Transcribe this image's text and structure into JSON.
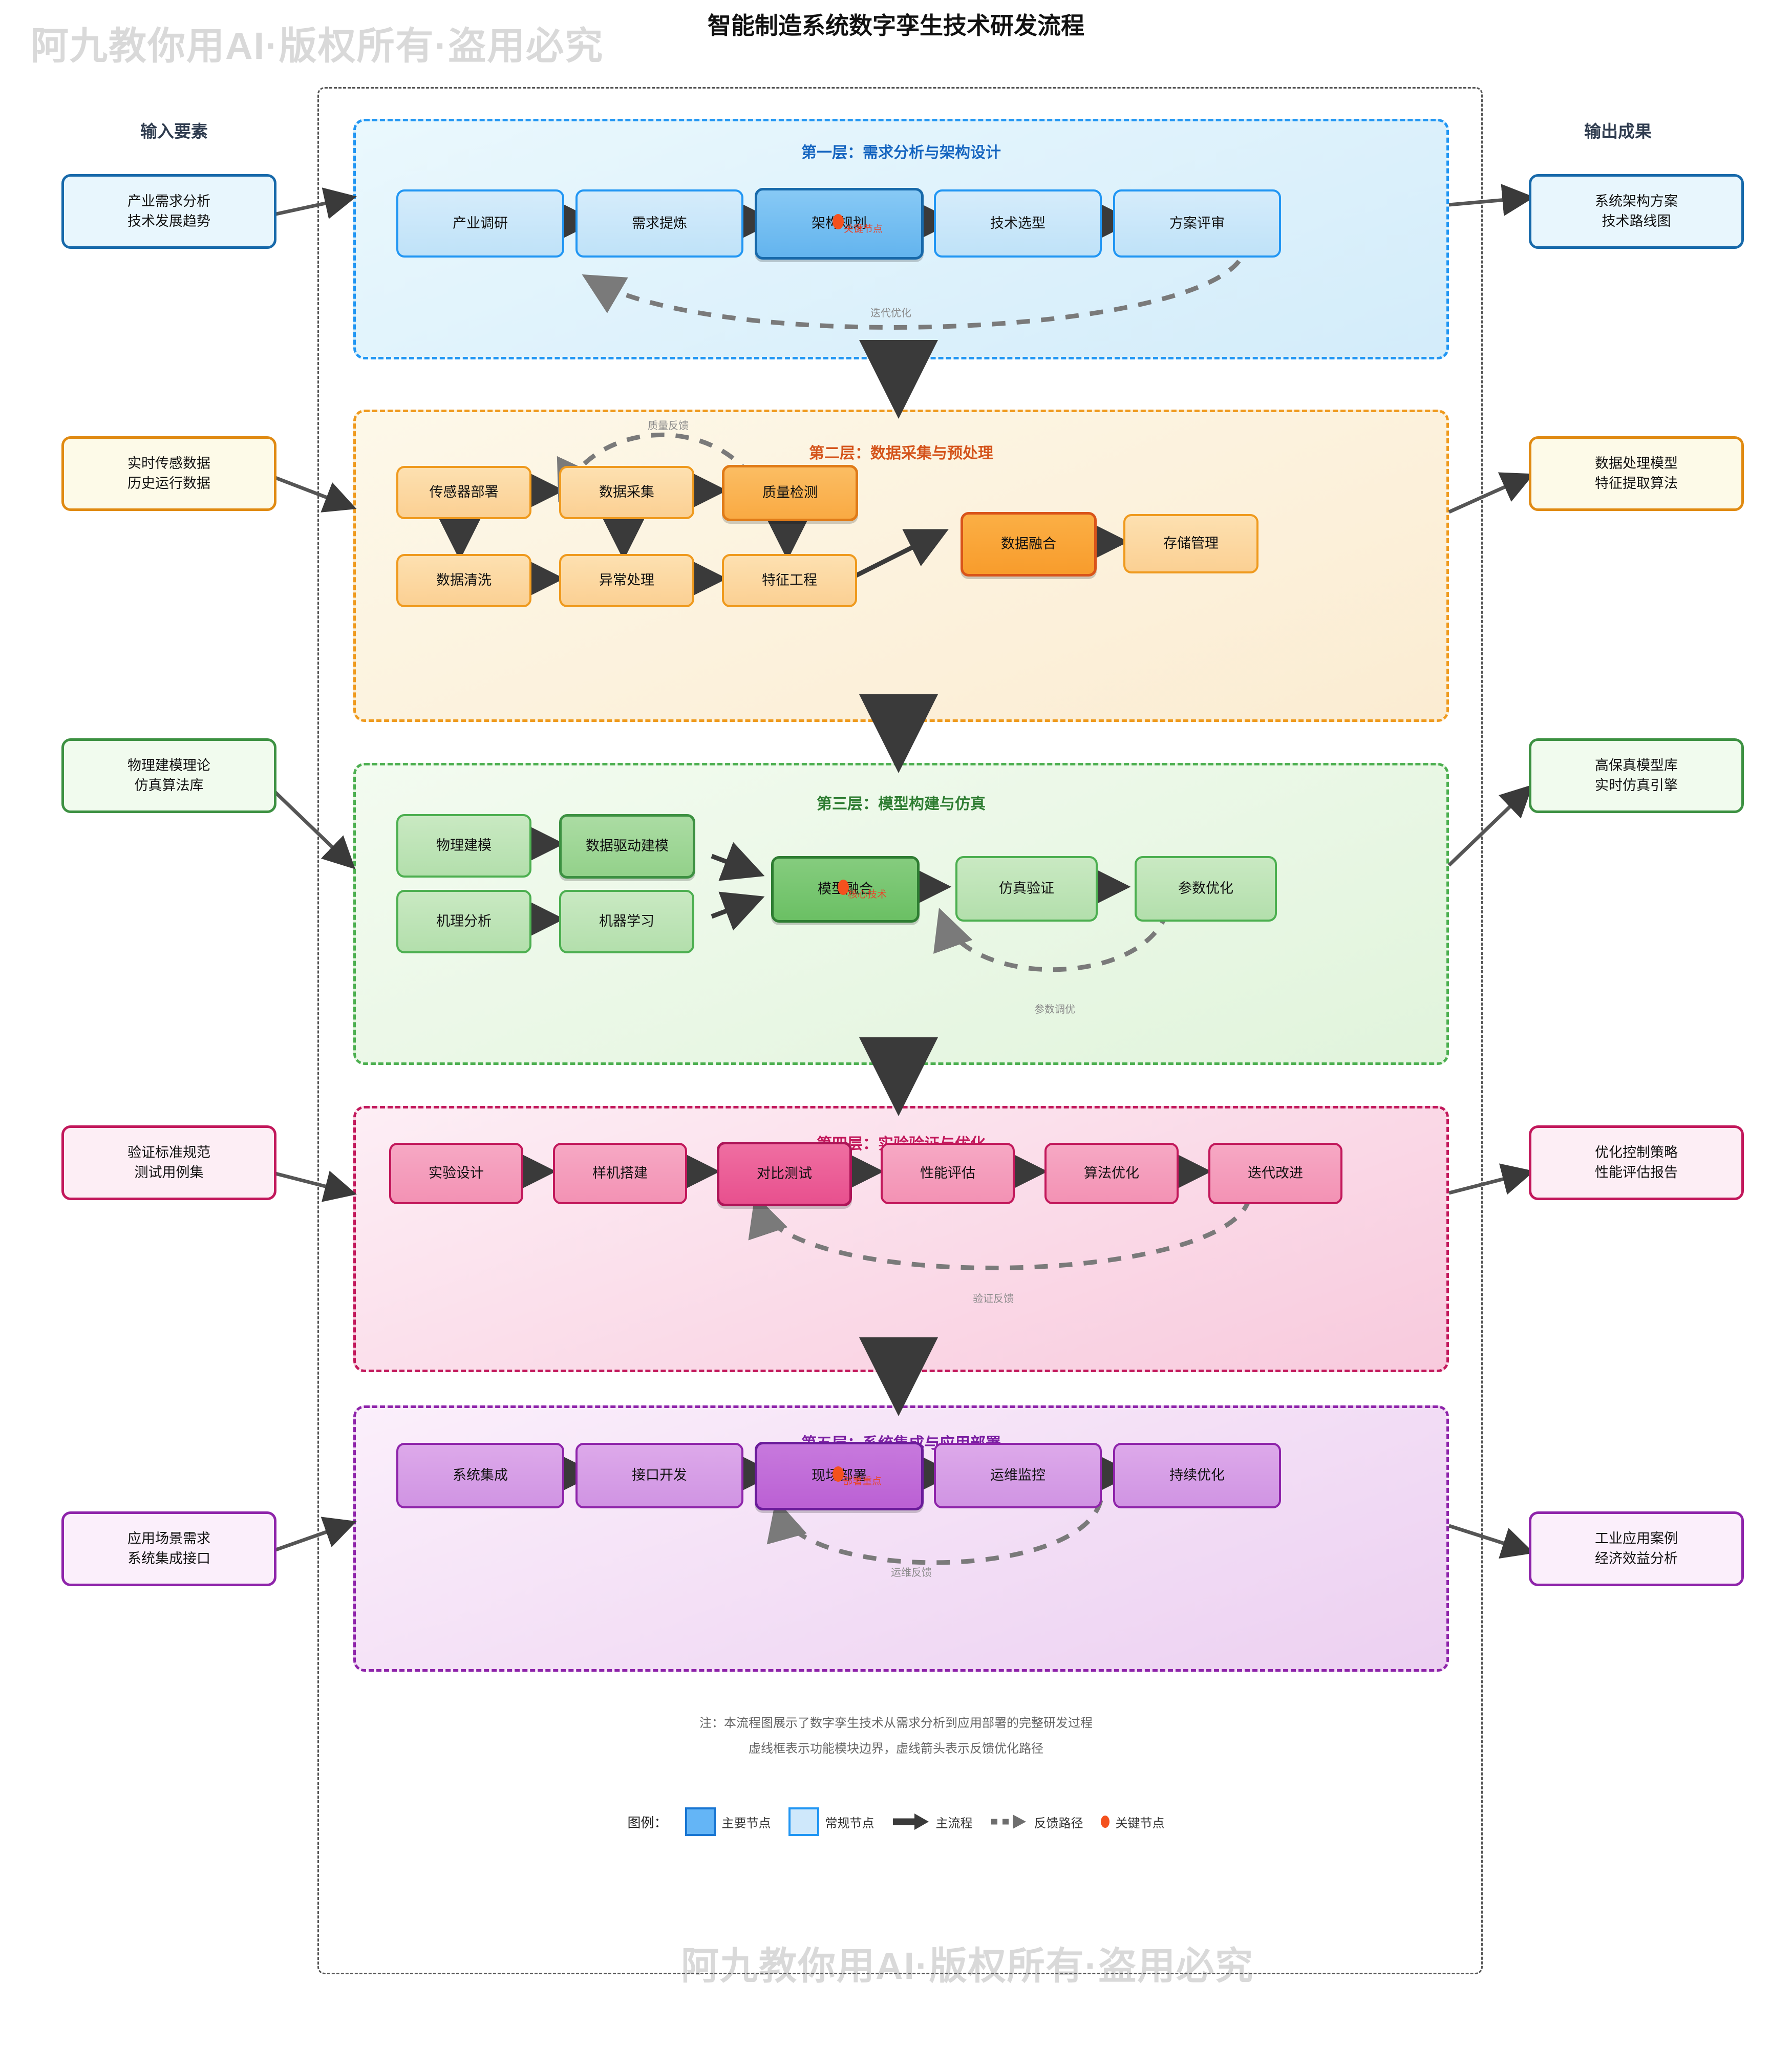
{
  "title": "智能制造系统数字孪生技术研发流程",
  "watermark": "阿九教你用AI·版权所有·盗用必究",
  "columns": {
    "input_header": "输入要素",
    "output_header": "输出成果"
  },
  "layers": [
    {
      "id": "layer1",
      "title": "第一层：需求分析与架构设计",
      "accent": "#2196f3",
      "nodes": [
        {
          "label": "产业调研",
          "kind": "normal"
        },
        {
          "label": "需求提炼",
          "kind": "normal"
        },
        {
          "label": "架构规划",
          "kind": "major",
          "key_label": "关键节点"
        },
        {
          "label": "技术选型",
          "kind": "normal"
        },
        {
          "label": "方案评审",
          "kind": "normal"
        }
      ],
      "feedback_label": "迭代优化",
      "input": {
        "line1": "产业需求分析",
        "line2": "技术发展趋势"
      },
      "output": {
        "line1": "系统架构方案",
        "line2": "技术路线图"
      }
    },
    {
      "id": "layer2",
      "title": "第二层：数据采集与预处理",
      "accent": "#ef9a1e",
      "nodes": [
        {
          "label": "传感器部署",
          "kind": "normal"
        },
        {
          "label": "数据采集",
          "kind": "normal"
        },
        {
          "label": "质量检测",
          "kind": "major"
        },
        {
          "label": "数据清洗",
          "kind": "normal"
        },
        {
          "label": "异常处理",
          "kind": "normal"
        },
        {
          "label": "特征工程",
          "kind": "normal"
        },
        {
          "label": "数据融合",
          "kind": "major"
        },
        {
          "label": "存储管理",
          "kind": "normal"
        }
      ],
      "feedback_label": "质量反馈",
      "input": {
        "line1": "实时传感数据",
        "line2": "历史运行数据"
      },
      "output": {
        "line1": "数据处理模型",
        "line2": "特征提取算法"
      }
    },
    {
      "id": "layer3",
      "title": "第三层：模型构建与仿真",
      "accent": "#4caf50",
      "nodes": [
        {
          "label": "物理建模",
          "kind": "normal"
        },
        {
          "label": "数据驱动建模",
          "kind": "major"
        },
        {
          "label": "机理分析",
          "kind": "normal"
        },
        {
          "label": "机器学习",
          "kind": "normal"
        },
        {
          "label": "模型融合",
          "kind": "major",
          "key_label": "核心技术"
        },
        {
          "label": "仿真验证",
          "kind": "normal"
        },
        {
          "label": "参数优化",
          "kind": "normal"
        }
      ],
      "feedback_label": "参数调优",
      "input": {
        "line1": "物理建模理论",
        "line2": "仿真算法库"
      },
      "output": {
        "line1": "高保真模型库",
        "line2": "实时仿真引擎"
      }
    },
    {
      "id": "layer4",
      "title": "第四层：实验验证与优化",
      "accent": "#c2185b",
      "nodes": [
        {
          "label": "实验设计",
          "kind": "normal"
        },
        {
          "label": "样机搭建",
          "kind": "normal"
        },
        {
          "label": "对比测试",
          "kind": "major"
        },
        {
          "label": "性能评估",
          "kind": "normal"
        },
        {
          "label": "算法优化",
          "kind": "normal"
        },
        {
          "label": "迭代改进",
          "kind": "normal"
        }
      ],
      "feedback_label": "验证反馈",
      "input": {
        "line1": "验证标准规范",
        "line2": "测试用例集"
      },
      "output": {
        "line1": "优化控制策略",
        "line2": "性能评估报告"
      }
    },
    {
      "id": "layer5",
      "title": "第五层：系统集成与应用部署",
      "accent": "#8e24aa",
      "nodes": [
        {
          "label": "系统集成",
          "kind": "normal"
        },
        {
          "label": "接口开发",
          "kind": "normal"
        },
        {
          "label": "现场部署",
          "kind": "major",
          "key_label": "部署重点"
        },
        {
          "label": "运维监控",
          "kind": "normal"
        },
        {
          "label": "持续优化",
          "kind": "normal"
        }
      ],
      "feedback_label": "运维反馈",
      "input": {
        "line1": "应用场景需求",
        "line2": "系统集成接口"
      },
      "output": {
        "line1": "工业应用案例",
        "line2": "经济效益分析"
      }
    }
  ],
  "notes": {
    "line1": "注：本流程图展示了数字孪生技术从需求分析到应用部署的完整研发过程",
    "line2": "虚线框表示功能模块边界，虚线箭头表示反馈优化路径"
  },
  "legend": {
    "title": "图例：",
    "items": [
      {
        "label": "主要节点",
        "glyph": "major-swatch"
      },
      {
        "label": "常规节点",
        "glyph": "normal-swatch"
      },
      {
        "label": "主流程",
        "glyph": "solid-arrow-icon"
      },
      {
        "label": "反馈路径",
        "glyph": "dashed-arrow-icon"
      },
      {
        "label": "关键节点",
        "glyph": "key-dot-icon"
      }
    ]
  },
  "colors": {
    "layer1_border": "#2196f3",
    "layer1_fill_a": "#e8f7fd",
    "layer1_fill_b": "#d4eefb",
    "layer2_border": "#ef9a1e",
    "layer2_fill_a": "#fdf8e8",
    "layer2_fill_b": "#fbeed0",
    "layer3_border": "#4caf50",
    "layer3_fill_a": "#f2fbef",
    "layer3_fill_b": "#e2f5dd",
    "layer4_border": "#c2185b",
    "layer4_fill_a": "#fdeef4",
    "layer4_fill_b": "#f9cfe0",
    "layer5_border": "#8e24aa",
    "layer5_fill_a": "#fbeffb",
    "layer5_fill_b": "#eed3f2",
    "arrow": "#3a3a3a",
    "feedback": "#7a7a7a",
    "key": "#f4511e"
  }
}
